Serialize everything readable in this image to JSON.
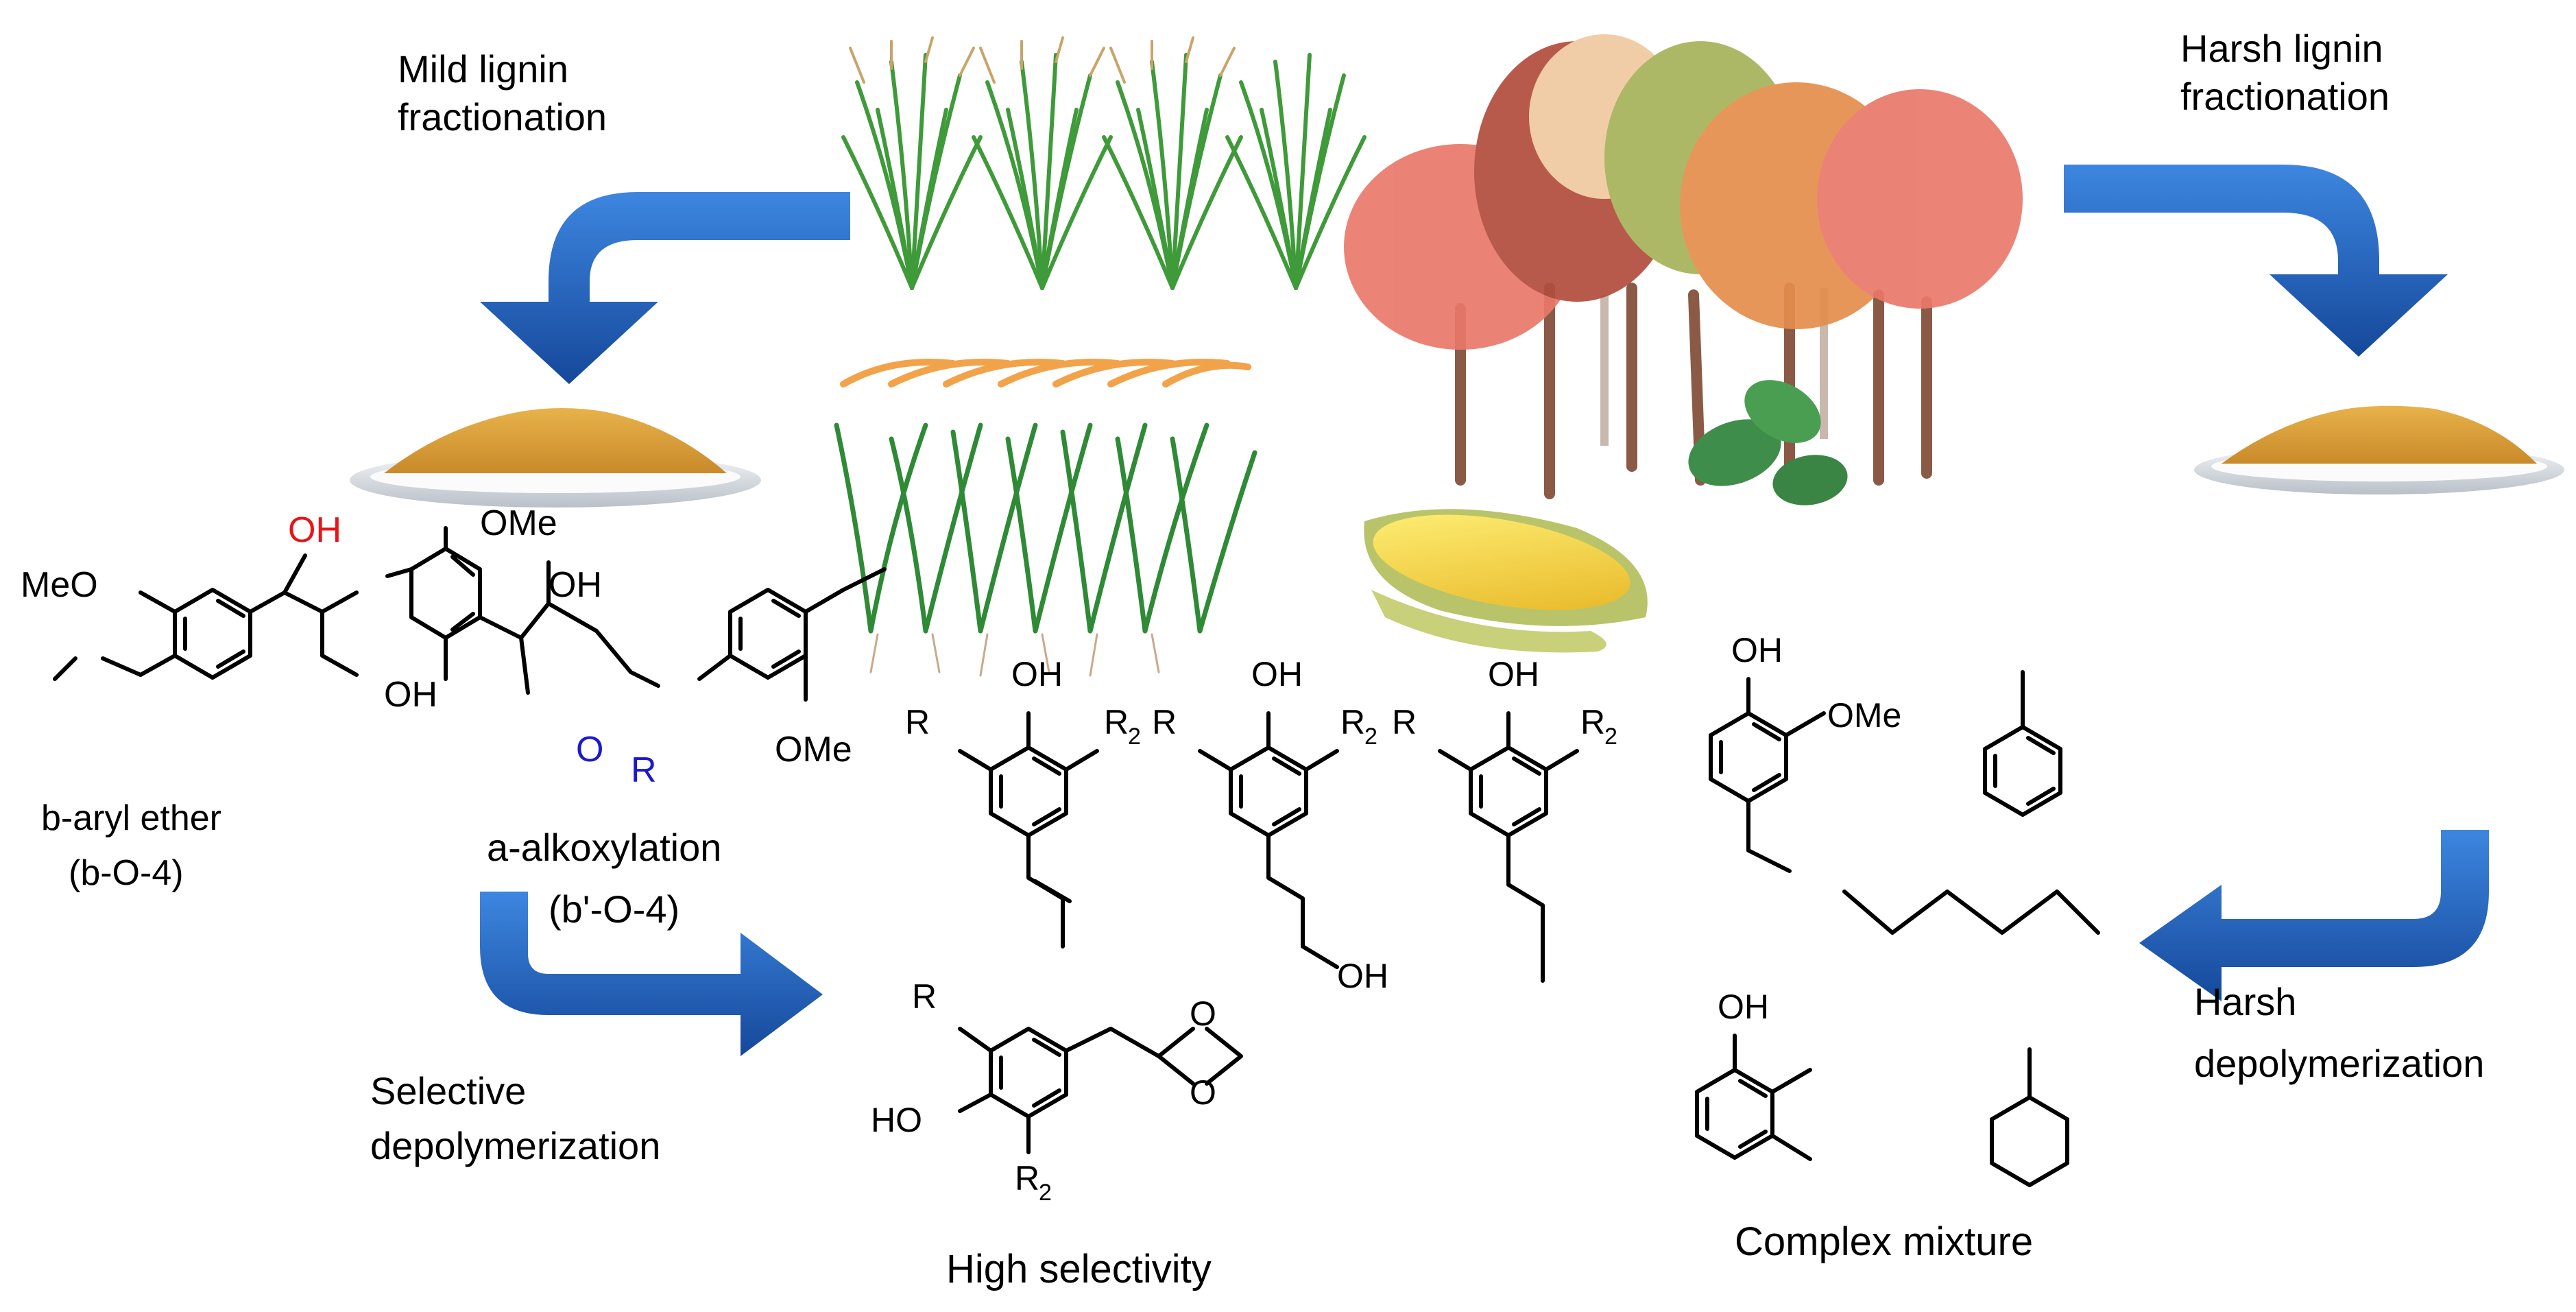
{
  "labels": {
    "mild_fractionation": [
      "Mild lignin",
      "fractionation"
    ],
    "harsh_fractionation": [
      "Harsh lignin",
      "fractionation"
    ],
    "beta_aryl_ether": [
      "b-aryl ether",
      "(b-O-4)"
    ],
    "alpha_alkoxylation": [
      "a-alkoxylation",
      "(b'-O-4)"
    ],
    "selective_depolymerization": [
      "Selective",
      "depolymerization"
    ],
    "harsh_depolymerization": [
      "Harsh",
      "depolymerization"
    ],
    "high_selectivity": "High selectivity",
    "complex_mixture": "Complex mixture"
  },
  "chem": {
    "oh": "OH",
    "ome": "OMe",
    "meo": "MeO",
    "ho": "HO",
    "o": "O",
    "r": "R",
    "r2": "R",
    "sub2": "2"
  },
  "colors": {
    "arrow": "#1f5fb8",
    "highlight_oh": "#e8141b",
    "highlight_or": "#1a1acc",
    "powder": "#dca036",
    "grass": "#3f9a3a",
    "grain": "#f2a34a",
    "corn": "#f4d23c",
    "tree_red": "#e9796a",
    "tree_olive": "#a7b25a",
    "tree_orange": "#e58e4d",
    "trunk": "#8a5a46"
  },
  "icons": [
    "switchgrass-image",
    "rice-plant-image",
    "forest-trees-image",
    "corn-cob-image",
    "lignin-powder-plate"
  ]
}
